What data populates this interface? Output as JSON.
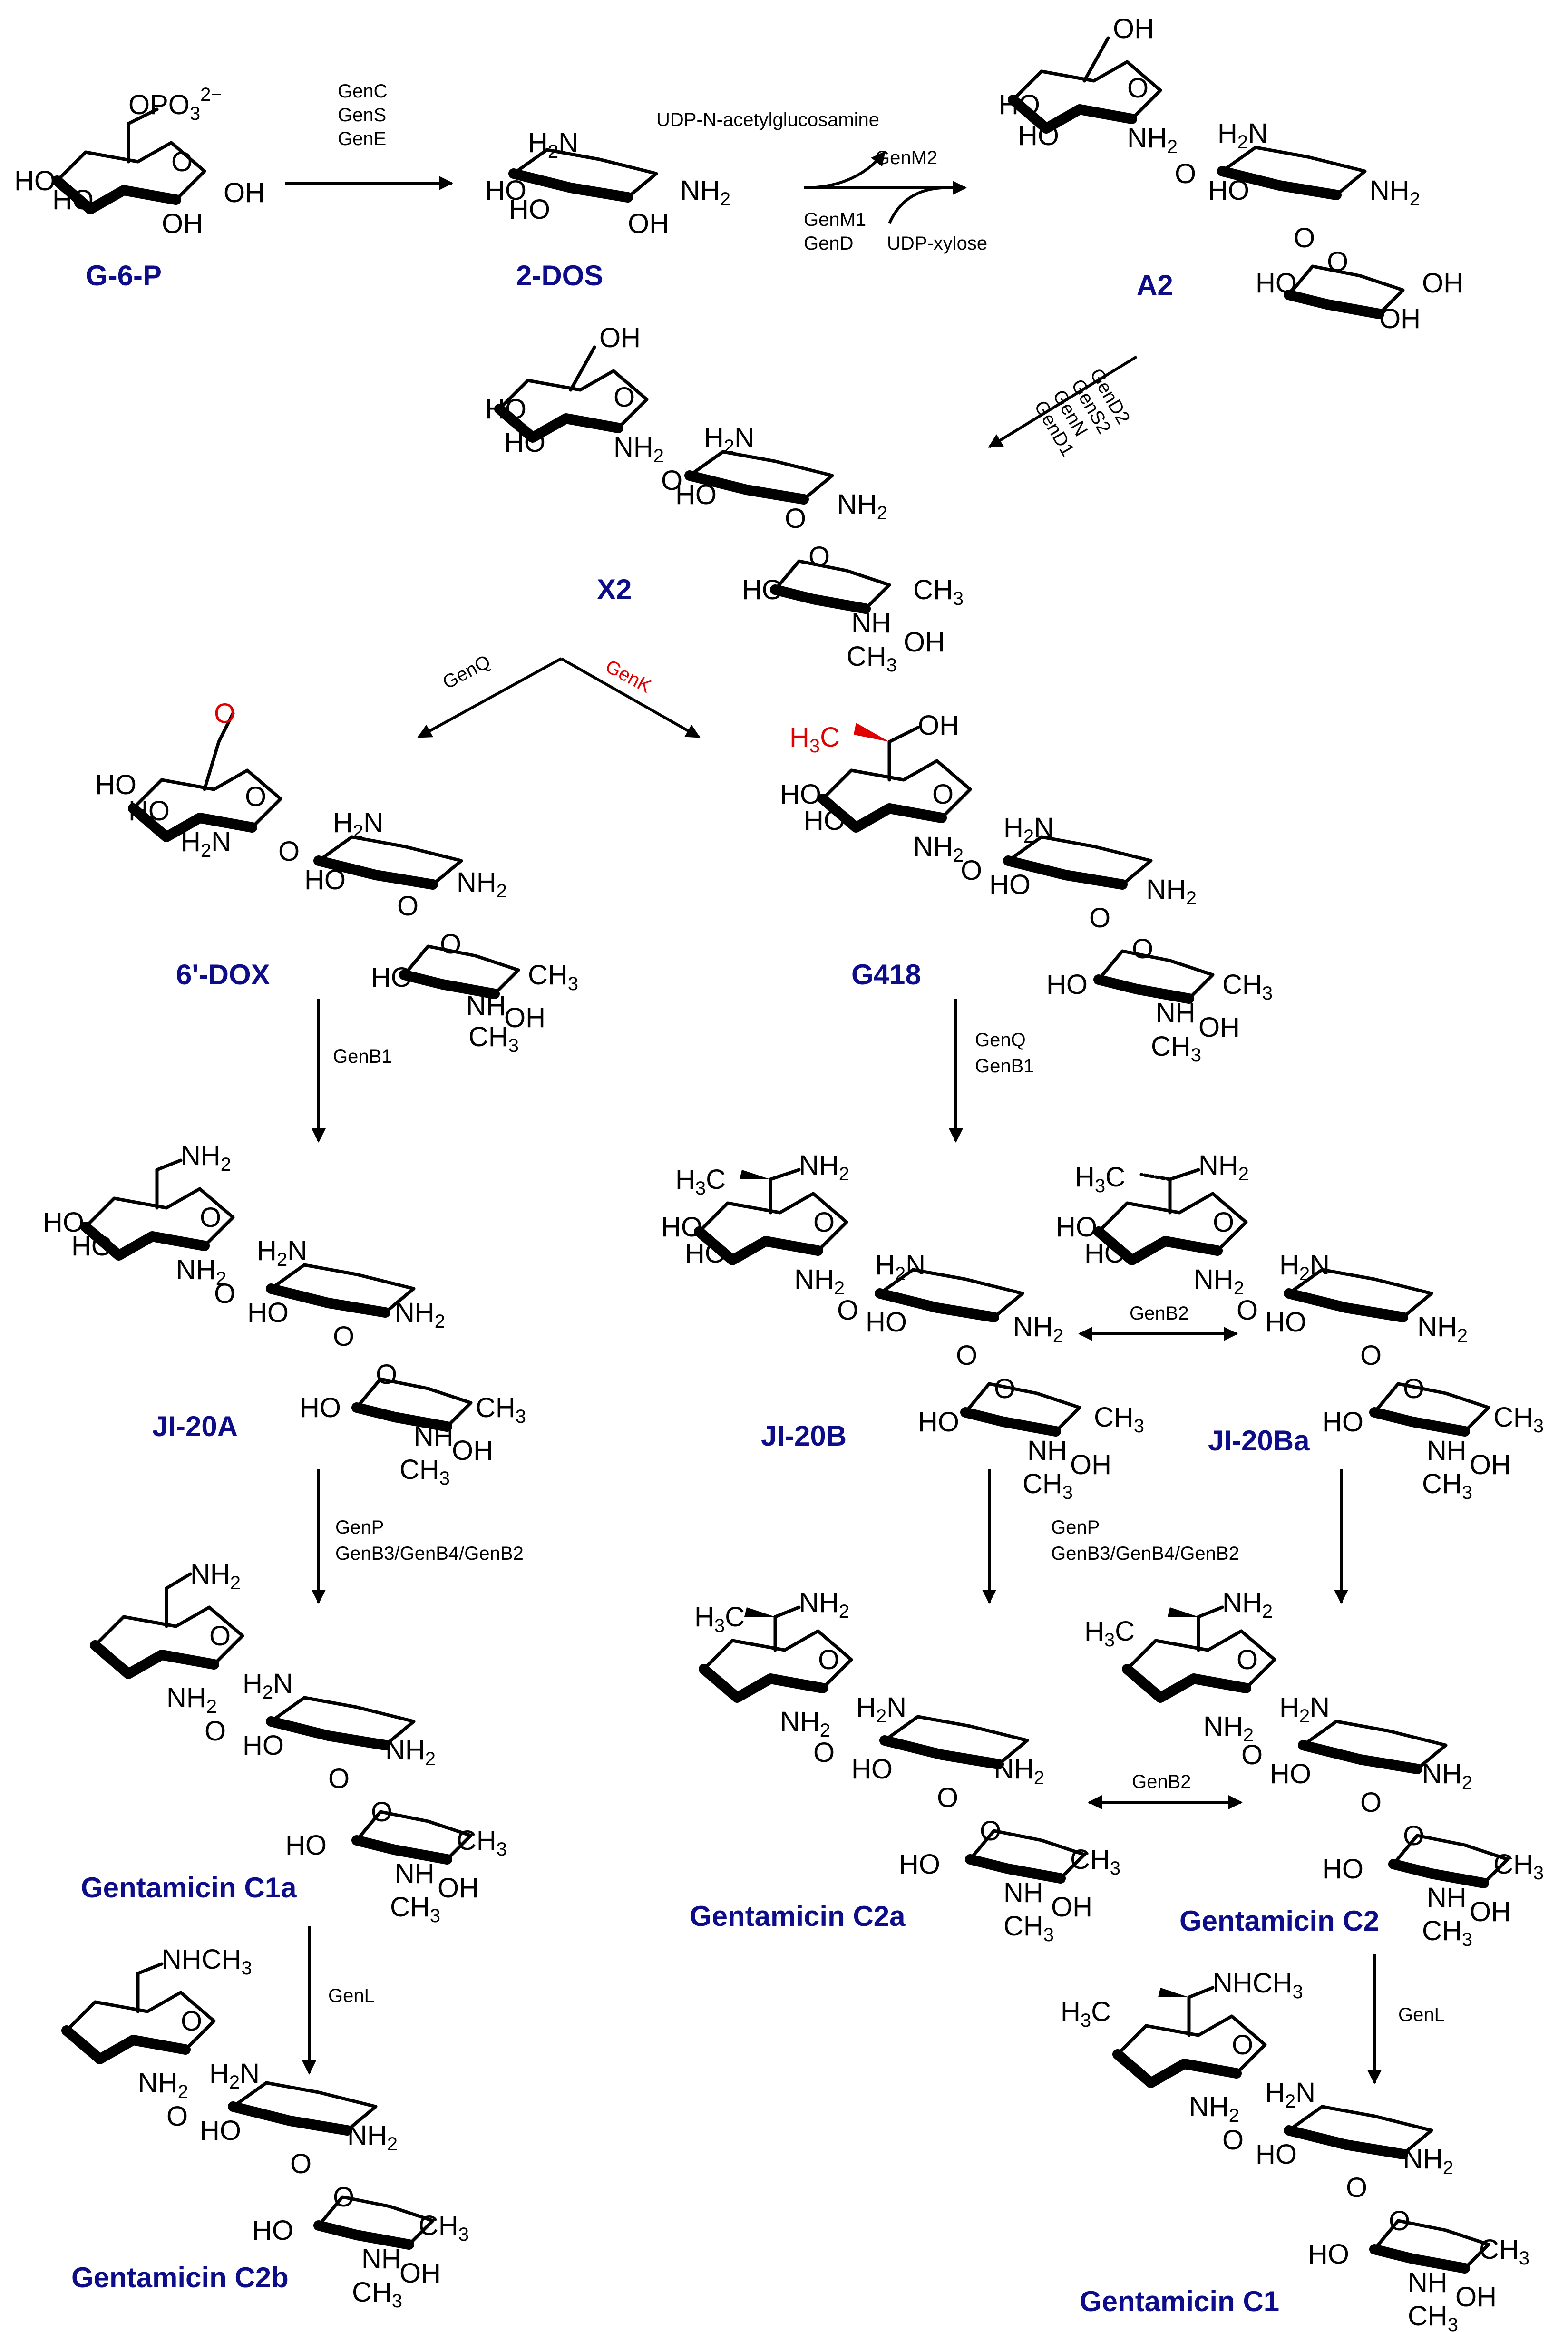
{
  "compounds": {
    "g6p": "G-6-P",
    "dos": "2-DOS",
    "a2": "A2",
    "x2": "X2",
    "dox": "6'-DOX",
    "g418": "G418",
    "ji20a": "JI-20A",
    "ji20b": "JI-20B",
    "ji20ba": "JI-20Ba",
    "c1a": "Gentamicin C1a",
    "c2a": "Gentamicin C2a",
    "c2": "Gentamicin C2",
    "c2b": "Gentamicin C2b",
    "c1": "Gentamicin C1"
  },
  "enzymes": {
    "genc": "GenC",
    "gens": "GenS",
    "gene": "GenE",
    "udp_glcnac": "UDP-N-acetylglucosamine",
    "genm2": "GenM2",
    "genm1": "GenM1",
    "gend": "GenD",
    "udp_xyl": "UDP-xylose",
    "gend2": "GenD2",
    "gens2": "GenS2",
    "genn": "GenN",
    "gend1": "GenD1",
    "genq_left": "GenQ",
    "genk": "GenK",
    "genb1_left": "GenB1",
    "genq_right": "GenQ",
    "genb1_right": "GenB1",
    "genb2_top": "GenB2",
    "genp_left": "GenP",
    "genb_left": "GenB3/GenB4/GenB2",
    "genp_right": "GenP",
    "genb_right": "GenB3/GenB4/GenB2",
    "genb2_bottom": "GenB2",
    "genl_left": "GenL",
    "genl_right": "GenL"
  },
  "atom_labels": {
    "oh": "OH",
    "ho": "HO",
    "h2n": "H2N",
    "nh2": "NH2",
    "o": "O",
    "opo3": "OPO3 2−",
    "ch3": "CH3",
    "h3c": "H3C",
    "nh": "NH",
    "nhch3": "NHCH3"
  },
  "colors": {
    "compound_label": "#0d0d8a",
    "highlight": "#e00000",
    "bond": "#000000"
  }
}
